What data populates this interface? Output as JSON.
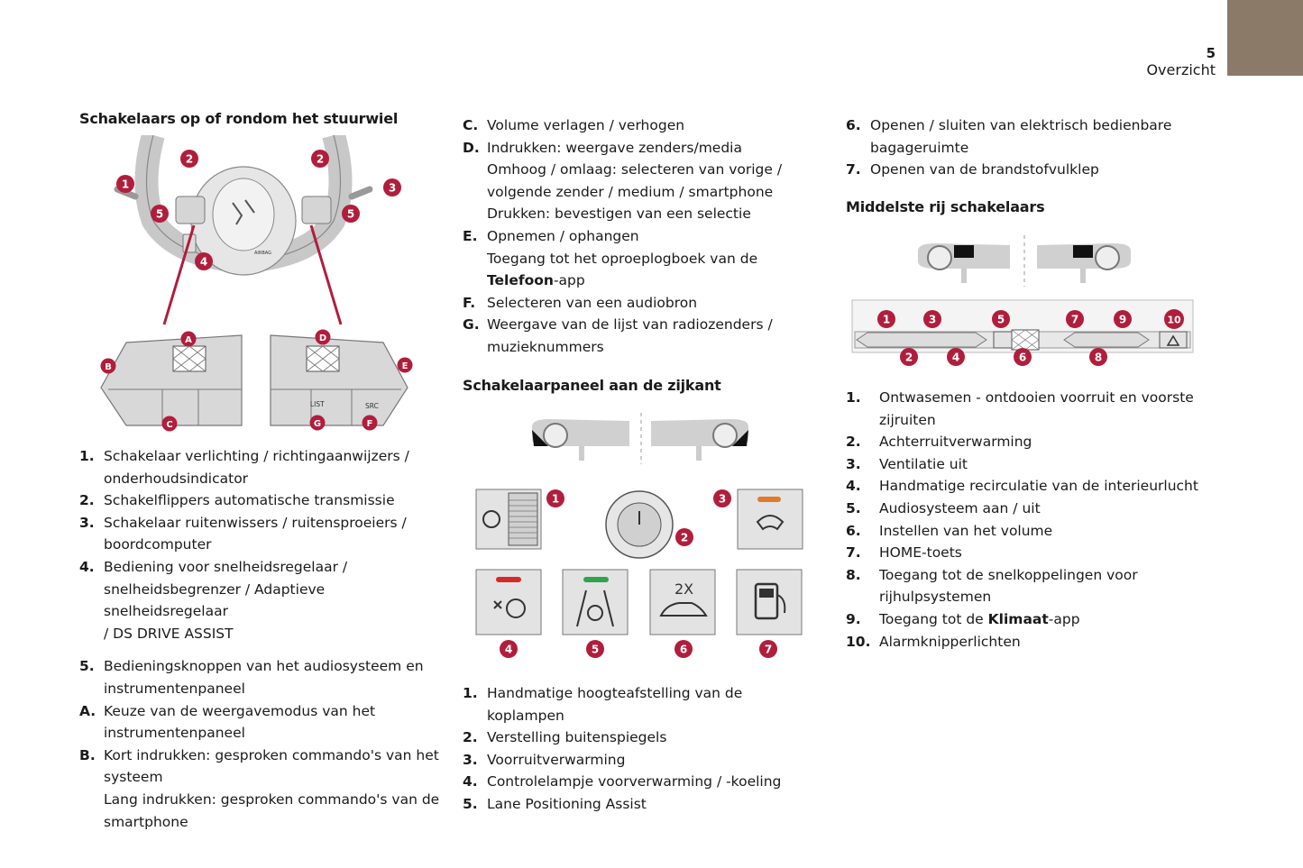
{
  "header": {
    "page_number": "5",
    "section": "Overzicht"
  },
  "colors": {
    "accent": "#b01e3c",
    "tab": "#8b7a68"
  },
  "col1": {
    "heading": "Schakelaars op of rondom het stuurwiel",
    "figure": {
      "badges": [
        "1",
        "2",
        "2",
        "3",
        "4",
        "5",
        "5",
        "A",
        "B",
        "C",
        "D",
        "E",
        "F",
        "G"
      ],
      "labels": {
        "list": "LIST",
        "src": "SRC",
        "airbag": "AIRBAG"
      }
    },
    "items": [
      {
        "key": "1.",
        "lines": [
          "Schakelaar verlichting / richtingaanwijzers /",
          "onderhoudsindicator"
        ]
      },
      {
        "key": "2.",
        "lines": [
          "Schakelflippers automatische transmissie"
        ]
      },
      {
        "key": "3.",
        "lines": [
          "Schakelaar ruitenwissers / ruitensproeiers /",
          "boordcomputer"
        ]
      },
      {
        "key": "4.",
        "lines": [
          "Bediening voor snelheidsregelaar /",
          "snelheidsbegrenzer / Adaptieve snelheidsregelaar",
          "/ DS DRIVE ASSIST"
        ]
      },
      {
        "key": "5.",
        "lines": [
          "Bedieningsknoppen van het audiosysteem en",
          "instrumentenpaneel"
        ]
      },
      {
        "key": "A.",
        "lines": [
          "Keuze van de weergavemodus van het",
          "instrumentenpaneel"
        ]
      },
      {
        "key": "B.",
        "lines": [
          "Kort indrukken: gesproken commando's van het",
          "systeem",
          "Lang indrukken: gesproken commando's van de",
          "smartphone"
        ]
      }
    ]
  },
  "col2": {
    "items_top": [
      {
        "key": "C.",
        "lines": [
          "Volume verlagen / verhogen"
        ]
      },
      {
        "key": "D.",
        "lines": [
          "Indrukken: weergave zenders/media",
          "Omhoog / omlaag: selecteren van vorige /",
          "volgende zender / medium / smartphone",
          "Drukken: bevestigen van een selectie"
        ]
      },
      {
        "key": "E.",
        "lines": [
          "Opnemen / ophangen",
          "Toegang tot het oproeplogboek van de"
        ],
        "bold": "Telefoon",
        "suffix": "-app"
      },
      {
        "key": "F.",
        "lines": [
          "Selecteren van een audiobron"
        ]
      },
      {
        "key": "G.",
        "lines": [
          "Weergave van de lijst van radiozenders /",
          "muzieknummers"
        ]
      }
    ],
    "heading": "Schakelaarpaneel aan de zijkant",
    "figure": {
      "badges": [
        "1",
        "2",
        "3",
        "4",
        "5",
        "6",
        "7"
      ],
      "labels": {
        "times": "2X"
      }
    },
    "items_bottom": [
      {
        "key": "1.",
        "lines": [
          "Handmatige hoogteafstelling van de koplampen"
        ]
      },
      {
        "key": "2.",
        "lines": [
          "Verstelling buitenspiegels"
        ]
      },
      {
        "key": "3.",
        "lines": [
          "Voorruitverwarming"
        ]
      },
      {
        "key": "4.",
        "lines": [
          "Controlelampje voorverwarming / -koeling"
        ]
      },
      {
        "key": "5.",
        "lines": [
          "Lane Positioning Assist"
        ]
      }
    ]
  },
  "col3": {
    "items_top": [
      {
        "key": "6.",
        "lines": [
          "Openen / sluiten van elektrisch bedienbare",
          "bagageruimte"
        ]
      },
      {
        "key": "7.",
        "lines": [
          "Openen van de brandstofvulklep"
        ]
      }
    ],
    "heading": "Middelste rij schakelaars",
    "figure": {
      "badges": [
        "1",
        "2",
        "3",
        "4",
        "5",
        "6",
        "7",
        "8",
        "9",
        "10"
      ]
    },
    "items_bottom": [
      {
        "key": "1.",
        "lines": [
          "Ontwasemen - ontdooien voorruit en voorste",
          "zijruiten"
        ]
      },
      {
        "key": "2.",
        "lines": [
          "Achterruitverwarming"
        ]
      },
      {
        "key": "3.",
        "lines": [
          "Ventilatie uit"
        ]
      },
      {
        "key": "4.",
        "lines": [
          "Handmatige recirculatie van de interieurlucht"
        ]
      },
      {
        "key": "5.",
        "lines": [
          "Audiosysteem aan / uit"
        ]
      },
      {
        "key": "6.",
        "lines": [
          "Instellen van het volume"
        ]
      },
      {
        "key": "7.",
        "lines": [
          "HOME-toets"
        ]
      },
      {
        "key": "8.",
        "lines": [
          "Toegang tot de snelkoppelingen voor",
          "rijhulpsystemen"
        ]
      },
      {
        "key": "9.",
        "lines": [
          "Toegang tot de "
        ],
        "bold": "Klimaat",
        "suffix": "-app"
      },
      {
        "key": "10.",
        "lines": [
          "Alarmknipperlichten"
        ]
      }
    ]
  }
}
